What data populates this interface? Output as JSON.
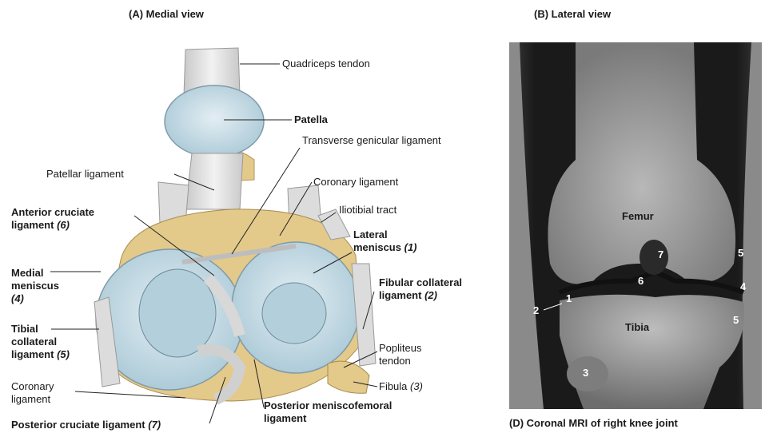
{
  "panel_a": {
    "title": "(A) Medial view",
    "labels": {
      "quadriceps_tendon": "Quadriceps tendon",
      "patella": "Patella",
      "transverse_genicular": "Transverse genicular ligament",
      "patellar_ligament": "Patellar ligament",
      "coronary_ligament_top": "Coronary ligament",
      "iliotibial_tract": "Iliotibial tract",
      "acl_name": "Anterior cruciate ligament",
      "acl_num": "(6)",
      "lateral_meniscus_name": "Lateral meniscus",
      "lateral_meniscus_num": "(1)",
      "medial_meniscus_name": "Medial meniscus",
      "medial_meniscus_num": "(4)",
      "fibular_collateral_name": "Fibular collateral ligament",
      "fibular_collateral_num": "(2)",
      "tibial_collateral_name": "Tibial collateral ligament",
      "tibial_collateral_num": "(5)",
      "popliteus_tendon": "Popliteus tendon",
      "fibula_name": "Fibula",
      "fibula_num": "(3)",
      "coronary_ligament_bottom": "Coronary ligament",
      "pcl_name": "Posterior cruciate ligament",
      "pcl_num": "(7)",
      "posterior_meniscofemoral": "Posterior meniscofemoral ligament"
    }
  },
  "panel_b": {
    "title": "(B) Lateral view",
    "caption": "(D) Coronal MRI of right knee joint",
    "femur": "Femur",
    "tibia": "Tibia",
    "numbers": [
      "1",
      "2",
      "3",
      "4",
      "5",
      "5",
      "6",
      "7"
    ]
  },
  "colors": {
    "cartilage": "#cfe2ea",
    "bone": "#e3c98a",
    "ligament": "#e6e6e6"
  }
}
